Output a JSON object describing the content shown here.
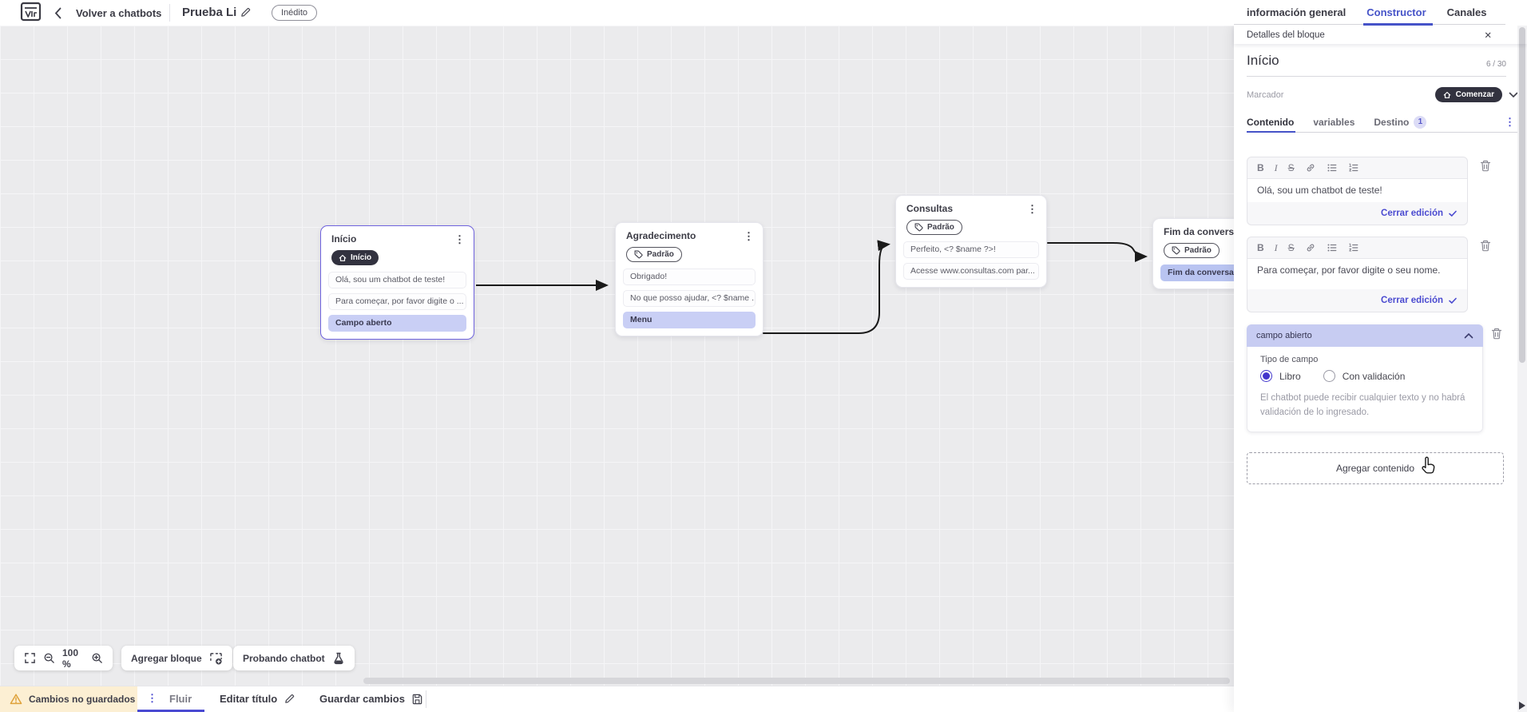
{
  "header": {
    "back_label": "Volver a chatbots",
    "bot_title": "Prueba Li",
    "status_badge": "Inédito",
    "tabs": [
      {
        "label": "información general",
        "active": false
      },
      {
        "label": "Constructor",
        "active": true
      },
      {
        "label": "Canales",
        "active": false
      }
    ]
  },
  "panel": {
    "titlebar": "Detalles del bloque",
    "block_name": "Início",
    "name_counter": "6 / 30",
    "marker_label": "Marcador",
    "marker_value": "Comenzar",
    "tabs": {
      "content": "Contenido",
      "variables": "variables",
      "destination": "Destino",
      "destination_badge": "1"
    },
    "editor_toolbar": {
      "bold": "B",
      "italic": "I",
      "strike": "S"
    },
    "editors": [
      {
        "text": "Olá, sou um chatbot de teste!",
        "action": "Cerrar edición"
      },
      {
        "text": "Para começar, por favor digite o seu nome.",
        "action": "Cerrar edición"
      }
    ],
    "open_field": {
      "title": "campo abierto",
      "type_label": "Tipo de campo",
      "option_free": "Libro",
      "option_validated": "Con validación",
      "help": "El chatbot puede recibir cualquier texto y no habrá validación de lo ingresado."
    },
    "add_content_label": "Agregar contenido"
  },
  "canvas": {
    "nodes": [
      {
        "title": "Início",
        "badge": "Início",
        "rows": [
          {
            "text": "Olá, sou um chatbot de teste!"
          },
          {
            "text": "Para começar, por favor digite o ..."
          },
          {
            "text": "Campo aberto"
          }
        ]
      },
      {
        "title": "Agradecimento",
        "badge": "Padrão",
        "rows": [
          {
            "text": "Obrigado!"
          },
          {
            "text": "No que posso ajudar, <? $name ..."
          },
          {
            "text": "Menu"
          }
        ]
      },
      {
        "title": "Consultas",
        "badge": "Padrão",
        "rows": [
          {
            "text": "Perfeito, <? $name ?>!"
          },
          {
            "text": "Acesse www.consultas.com par..."
          }
        ]
      },
      {
        "title": "Fim da conversa",
        "badge": "Padrão",
        "rows": [
          {
            "text": "Fim da conversa"
          }
        ]
      }
    ],
    "zoom_level": "100 %",
    "add_block_label": "Agregar bloque",
    "test_label": "Probando chatbot"
  },
  "statusbar": {
    "unsaved": "Cambios no guardados",
    "flow_tab": "Fluir",
    "edit_title": "Editar título",
    "save": "Guardar cambios"
  },
  "colors": {
    "accent_indigo": "#4a4ad0",
    "tab_blue": "#4653c8",
    "dark_pill": "#32323f",
    "highlight_row": "#c9cff5",
    "field_header": "#c7ccf2",
    "unsaved_bg": "#fcefd3",
    "warning": "#dfa23b",
    "canvas_bg": "#ebebed"
  }
}
